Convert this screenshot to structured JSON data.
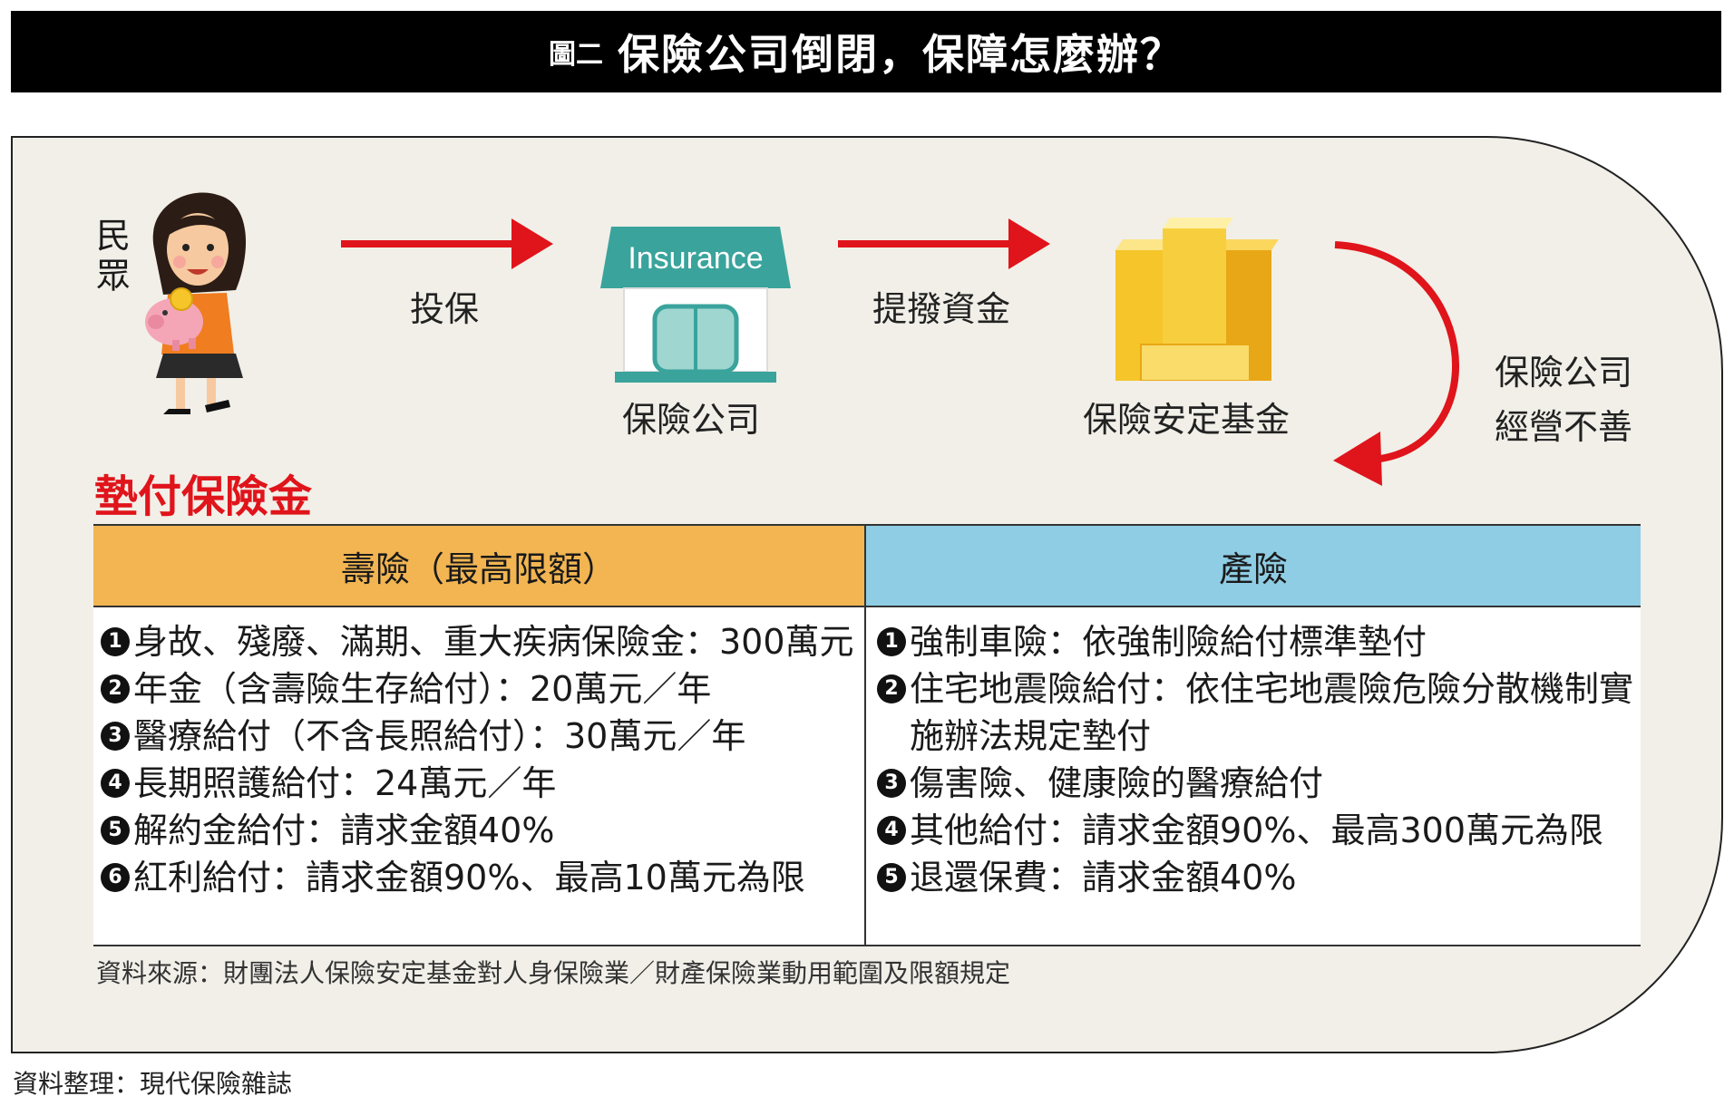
{
  "title": {
    "prefix": "圖二",
    "main": "保險公司倒閉，保障怎麼辦？"
  },
  "flow": {
    "people_label": "民眾",
    "arrow1_label": "投保",
    "insurance_sign": "Insurance",
    "company_label": "保險公司",
    "arrow2_label": "提撥資金",
    "fund_label": "保險安定基金",
    "curve_label_line1": "保險公司",
    "curve_label_line2": "經營不善"
  },
  "table": {
    "title": "墊付保險金",
    "life": {
      "header": "壽險（最高限額）",
      "items": [
        {
          "num": "1",
          "text": "身故、殘廢、滿期、重大疾病保險金：300萬元"
        },
        {
          "num": "2",
          "text": "年金（含壽險生存給付）：20萬元／年"
        },
        {
          "num": "3",
          "text": "醫療給付（不含長照給付）：30萬元／年"
        },
        {
          "num": "4",
          "text": "長期照護給付：24萬元／年"
        },
        {
          "num": "5",
          "text": "解約金給付：請求金額40%"
        },
        {
          "num": "6",
          "text": "紅利給付：請求金額90%、最高10萬元為限"
        }
      ]
    },
    "property": {
      "header": "產險",
      "items": [
        {
          "num": "1",
          "text": "強制車險：依強制險給付標準墊付"
        },
        {
          "num": "2",
          "text": "住宅地震險給付：依住宅地震險危險分散機制實施辦法規定墊付"
        },
        {
          "num": "3",
          "text": "傷害險、健康險的醫療給付"
        },
        {
          "num": "4",
          "text": "其他給付：請求金額90%、最高300萬元為限"
        },
        {
          "num": "5",
          "text": "退還保費：請求金額40%"
        }
      ]
    }
  },
  "source": "資料來源：財團法人保險安定基金對人身保險業／財產保險業動用範圍及限額規定",
  "compiled_by": "資料整理：現代保險雜誌",
  "colors": {
    "arrow": "#e0141b",
    "life_header": "#f2b552",
    "property_header": "#8fcde5",
    "store_teal": "#3aa39c",
    "gold": "#f5c52a"
  }
}
